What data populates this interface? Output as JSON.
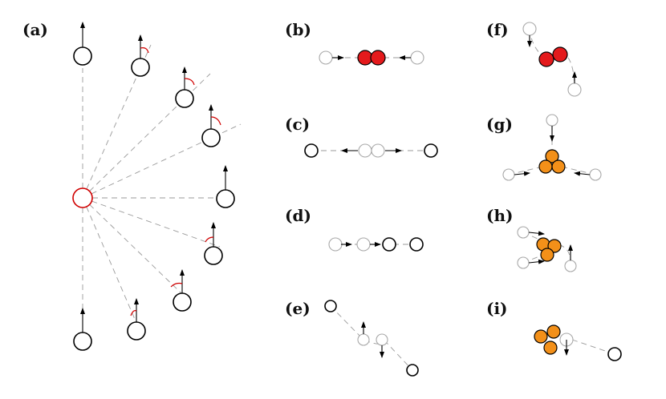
{
  "labels": {
    "a": "(a)",
    "b": "(b)",
    "c": "(c)",
    "d": "(d)",
    "e": "(e)",
    "f": "(f)",
    "g": "(g)",
    "h": "(h)",
    "i": "(i)"
  },
  "colors": {
    "dashed_line": "#9a9a9a",
    "active_ring": "#000000",
    "ghost_ring": "#a8a8a8",
    "center_ring": "#d00000",
    "angle_mark": "#d00000",
    "dimer_fill": "#e41a1c",
    "trimer_fill": "#f39019"
  },
  "icons": {
    "particle": "circle-outline",
    "velocity": "arrow"
  }
}
